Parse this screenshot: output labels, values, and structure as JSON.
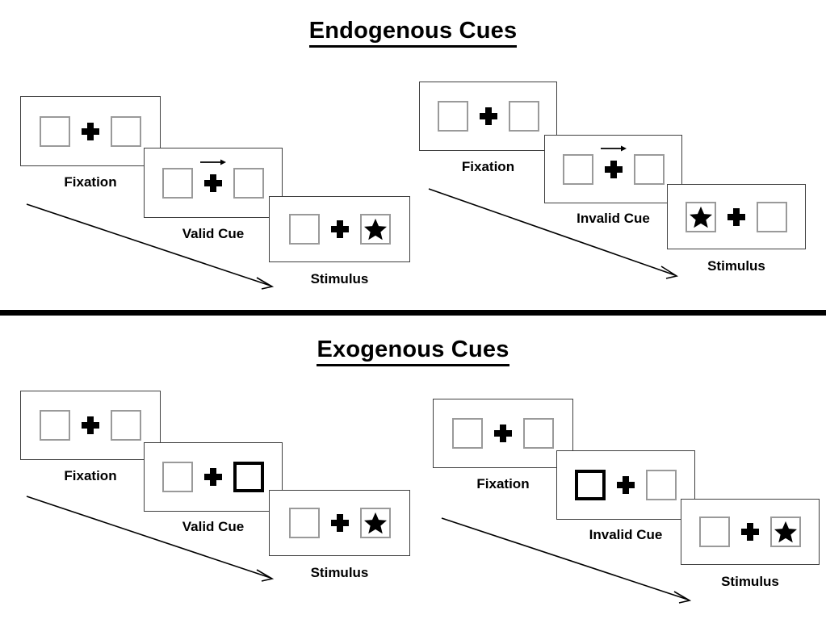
{
  "colors": {
    "background": "#ffffff",
    "ink": "#000000",
    "frame_border": "#3f3f3f",
    "box_border": "#9a9a9a",
    "cued_box_border": "#000000",
    "divider": "#000000"
  },
  "sections": [
    {
      "id": "endogenous",
      "title": "Endogenous Cues",
      "cue_type": "arrow",
      "panels": [
        {
          "id": "endogenous-valid",
          "steps": [
            {
              "name": "fixation",
              "caption": "Fixation",
              "left_box": "empty",
              "right_box": "empty",
              "cue": "none"
            },
            {
              "name": "cue",
              "caption": "Valid Cue",
              "left_box": "empty",
              "right_box": "empty",
              "cue": "arrow-right"
            },
            {
              "name": "stimulus",
              "caption": "Stimulus",
              "left_box": "empty",
              "right_box": "star",
              "cue": "none"
            }
          ]
        },
        {
          "id": "endogenous-invalid",
          "steps": [
            {
              "name": "fixation",
              "caption": "Fixation",
              "left_box": "empty",
              "right_box": "empty",
              "cue": "none"
            },
            {
              "name": "cue",
              "caption": "Invalid Cue",
              "left_box": "empty",
              "right_box": "empty",
              "cue": "arrow-right"
            },
            {
              "name": "stimulus",
              "caption": "Stimulus",
              "left_box": "star",
              "right_box": "empty",
              "cue": "none"
            }
          ]
        }
      ]
    },
    {
      "id": "exogenous",
      "title": "Exogenous Cues",
      "cue_type": "box-highlight",
      "panels": [
        {
          "id": "exogenous-valid",
          "steps": [
            {
              "name": "fixation",
              "caption": "Fixation",
              "left_box": "empty",
              "right_box": "empty",
              "cue": "none"
            },
            {
              "name": "cue",
              "caption": "Valid Cue",
              "left_box": "empty",
              "right_box": "cued",
              "cue": "none"
            },
            {
              "name": "stimulus",
              "caption": "Stimulus",
              "left_box": "empty",
              "right_box": "star",
              "cue": "none"
            }
          ]
        },
        {
          "id": "exogenous-invalid",
          "steps": [
            {
              "name": "fixation",
              "caption": "Fixation",
              "left_box": "empty",
              "right_box": "empty",
              "cue": "none"
            },
            {
              "name": "cue",
              "caption": "Invalid Cue",
              "left_box": "cued",
              "right_box": "empty",
              "cue": "none"
            },
            {
              "name": "stimulus",
              "caption": "Stimulus",
              "left_box": "empty",
              "right_box": "star",
              "cue": "none"
            }
          ]
        }
      ]
    }
  ],
  "captions": {
    "endogenous_valid": {
      "fixation": "Fixation",
      "cue": "Valid Cue",
      "stimulus": "Stimulus"
    },
    "endogenous_invalid": {
      "fixation": "Fixation",
      "cue": "Invalid Cue",
      "stimulus": "Stimulus"
    },
    "exogenous_valid": {
      "fixation": "Fixation",
      "cue": "Valid Cue",
      "stimulus": "Stimulus"
    },
    "exogenous_invalid": {
      "fixation": "Fixation",
      "cue": "Invalid Cue",
      "stimulus": "Stimulus"
    }
  },
  "icons": {
    "fixation_cross": "plus-cross-icon",
    "cue_arrow": "arrow-right-icon",
    "target": "star-icon",
    "sequence_arrow": "time-flow-arrow-icon"
  }
}
